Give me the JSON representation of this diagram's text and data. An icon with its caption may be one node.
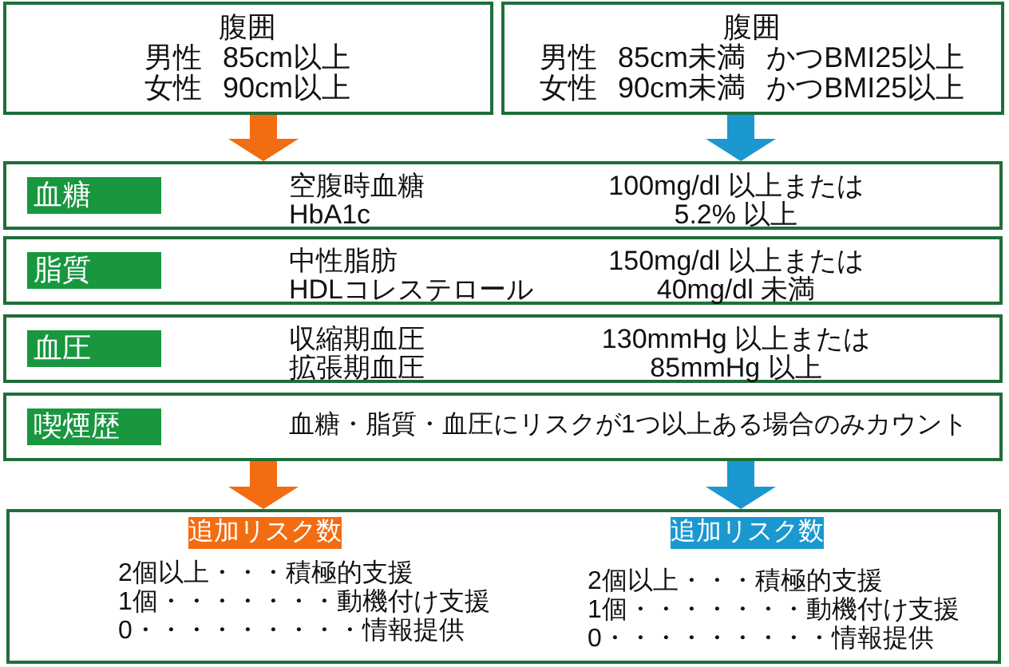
{
  "diagram": {
    "nodes": [
      {
        "text": [
          "腹囲",
          "男性 85cm以上",
          "女性 90cm以上"
        ]
      },
      {
        "text": [
          "腹囲",
          "男性 85cm未満 かつBMI25以上",
          "女性 90cm未満 かつBMI25以上"
        ]
      },
      {
        "text": [
          "空腹時血糖",
          "100mg/dl 以上または",
          "HbA1c",
          "5.2% 以上"
        ]
      },
      {
        "text": [
          "血糖"
        ],
        "in": 2
      },
      {
        "text": [
          "中性脂肪",
          "150mg/dl 以上または",
          "HDLコレステロール",
          "40mg/dl 未満"
        ]
      },
      {
        "text": [
          "脂質"
        ],
        "in": 4
      },
      {
        "text": [
          "収縮期血圧",
          "130mmHg 以上または",
          "拡張期血圧",
          "85mmHg 以上"
        ]
      },
      {
        "text": [
          "血圧"
        ],
        "in": 6
      },
      {
        "text": [
          "血糖・脂質・血圧にリスクが1つ以上ある場合のみカウント"
        ]
      },
      {
        "text": [
          "喫煙歴"
        ],
        "in": 8
      },
      {
        "text": [],
        "shape": "box"
      },
      {
        "text": [
          "追加リスク数"
        ],
        "in": 10,
        "beside": [
          "2個以上・・・積極的支援",
          "1個・・・・・・・動機付け支援",
          "0・・・・・・・・・情報提供"
        ]
      },
      {
        "text": [
          "追加リスク数"
        ],
        "in": 10,
        "beside": [
          "2個以上・・・積極的支援",
          "1個・・・・・・・動機付け支援",
          "0・・・・・・・・・情報提供"
        ]
      }
    ],
    "edges": [
      {
        "from": 0,
        "to": 2,
        "arrow": "to",
        "color": "#f26c12"
      },
      {
        "from": 1,
        "to": 2,
        "arrow": "to",
        "color": "#1b98d0"
      },
      {
        "from": 8,
        "to": 10,
        "arrow": "to",
        "color": "#f26c12"
      },
      {
        "from": 8,
        "to": 10,
        "arrow": "to",
        "color": "#1b98d0"
      }
    ]
  }
}
